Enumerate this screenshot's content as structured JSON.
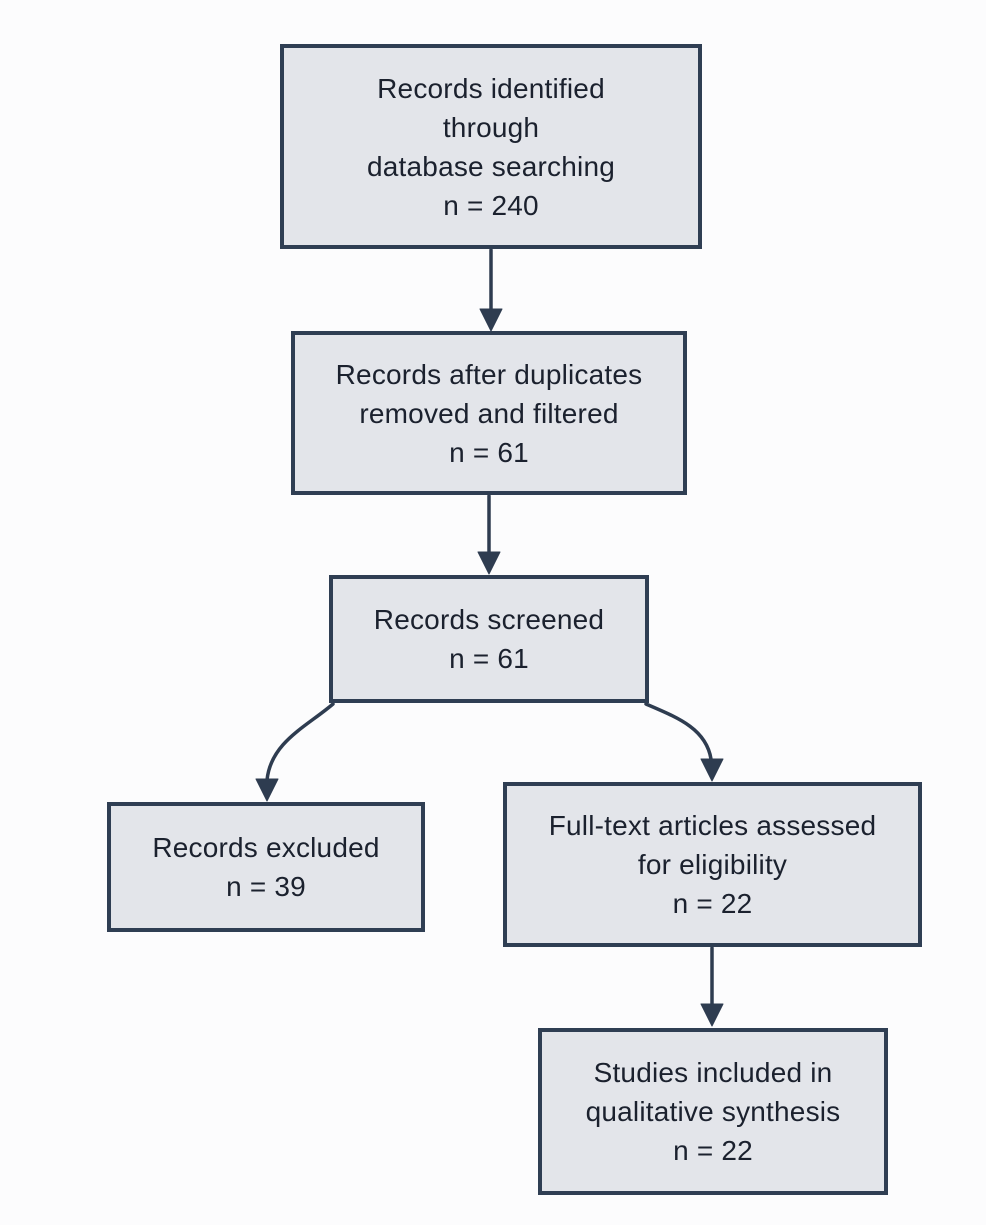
{
  "diagram_type": "flowchart",
  "colors": {
    "box_fill": "#e3e5ea",
    "box_border": "#2f3e53",
    "arrow": "#2e3c50",
    "text": "#1b212e",
    "background": "#fcfcfd"
  },
  "boxes": {
    "identified": {
      "lines": [
        "Records identified",
        "through",
        "database searching"
      ],
      "count": "n = 240"
    },
    "deduplicated": {
      "lines": [
        "Records after duplicates",
        "removed and filtered"
      ],
      "count": "n = 61"
    },
    "screened": {
      "lines": [
        "Records screened"
      ],
      "count": "n = 61"
    },
    "excluded": {
      "lines": [
        "Records excluded"
      ],
      "count": "n = 39"
    },
    "fulltext": {
      "lines": [
        "Full-text articles assessed",
        "for eligibility"
      ],
      "count": "n = 22"
    },
    "included": {
      "lines": [
        "Studies included in",
        "qualitative synthesis"
      ],
      "count": "n = 22"
    }
  },
  "edges": [
    {
      "from": "identified",
      "to": "deduplicated",
      "style": "straight"
    },
    {
      "from": "deduplicated",
      "to": "screened",
      "style": "straight"
    },
    {
      "from": "screened",
      "to": "excluded",
      "style": "curved-left"
    },
    {
      "from": "screened",
      "to": "fulltext",
      "style": "curved-right"
    },
    {
      "from": "fulltext",
      "to": "included",
      "style": "straight"
    }
  ]
}
